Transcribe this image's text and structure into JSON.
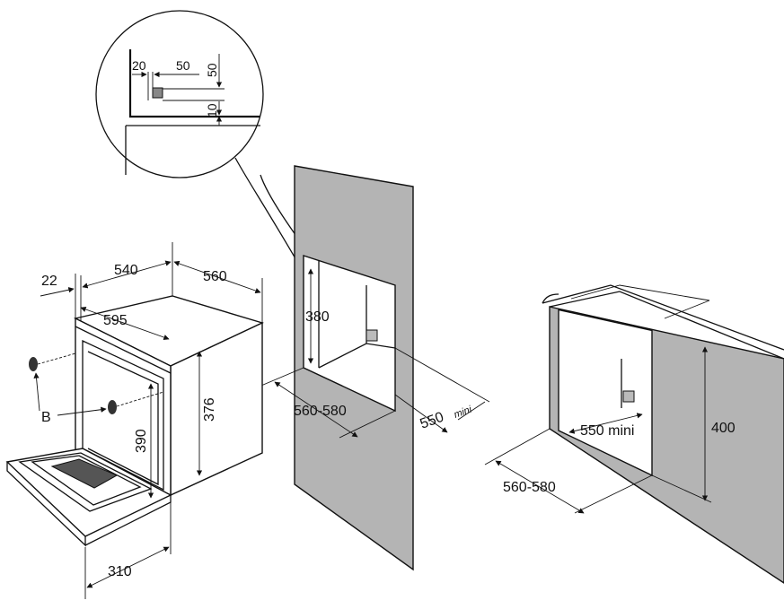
{
  "detail": {
    "dim_20": "20",
    "dim_50_h": "50",
    "dim_50_v": "50",
    "dim_10": "10"
  },
  "oven": {
    "dim_22": "22",
    "dim_540": "540",
    "dim_560": "560",
    "dim_595": "595",
    "dim_376": "376",
    "dim_390": "390",
    "dim_310": "310",
    "screw_label": "B"
  },
  "wall_cutout": {
    "dim_380": "380",
    "dim_width": "560-580",
    "dim_depth_value": "550",
    "dim_depth_suffix": "mini"
  },
  "cabinet": {
    "dim_depth": "550 mini",
    "dim_height": "400",
    "dim_width": "560-580"
  },
  "colors": {
    "wall_fill": "#b4b4b4",
    "line": "#111111"
  }
}
